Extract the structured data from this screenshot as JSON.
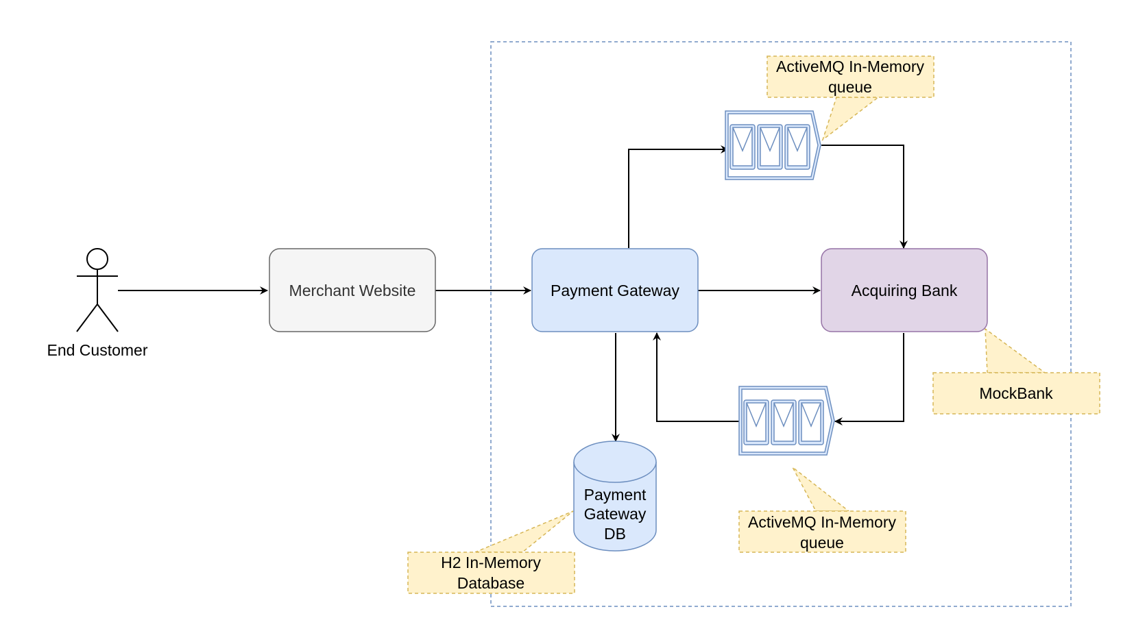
{
  "diagram": {
    "actor": {
      "label": "End Customer",
      "icon": "stick-figure-icon"
    },
    "nodes": {
      "merchant_website": {
        "label": "Merchant Website",
        "fill": "#f5f5f5",
        "stroke": "#666666"
      },
      "payment_gateway": {
        "label": "Payment Gateway",
        "fill": "#dae8fc",
        "stroke": "#6c8ebf"
      },
      "acquiring_bank": {
        "label": "Acquiring Bank",
        "fill": "#e1d5e7",
        "stroke": "#9673a6"
      },
      "gateway_db": {
        "label_lines": [
          "Payment",
          "Gateway",
          "DB"
        ],
        "fill": "#dae8fc",
        "stroke": "#6c8ebf",
        "icon": "database-cylinder-icon"
      },
      "queue_top": {
        "icon": "message-queue-icon",
        "stroke": "#6c8ebf"
      },
      "queue_bottom": {
        "icon": "message-queue-icon",
        "stroke": "#6c8ebf"
      }
    },
    "callouts": {
      "activemq_top": {
        "lines": [
          "ActiveMQ In-Memory",
          "queue"
        ]
      },
      "activemq_bottom": {
        "lines": [
          "ActiveMQ In-Memory",
          "queue"
        ]
      },
      "mockbank": {
        "lines": [
          "MockBank"
        ]
      },
      "h2_db": {
        "lines": [
          "H2 In-Memory",
          "Database"
        ]
      }
    },
    "colors": {
      "callout_fill": "#fff2cc",
      "callout_stroke": "#d6b656",
      "boundary_stroke": "#6c8ebf",
      "edge": "#000000"
    }
  }
}
